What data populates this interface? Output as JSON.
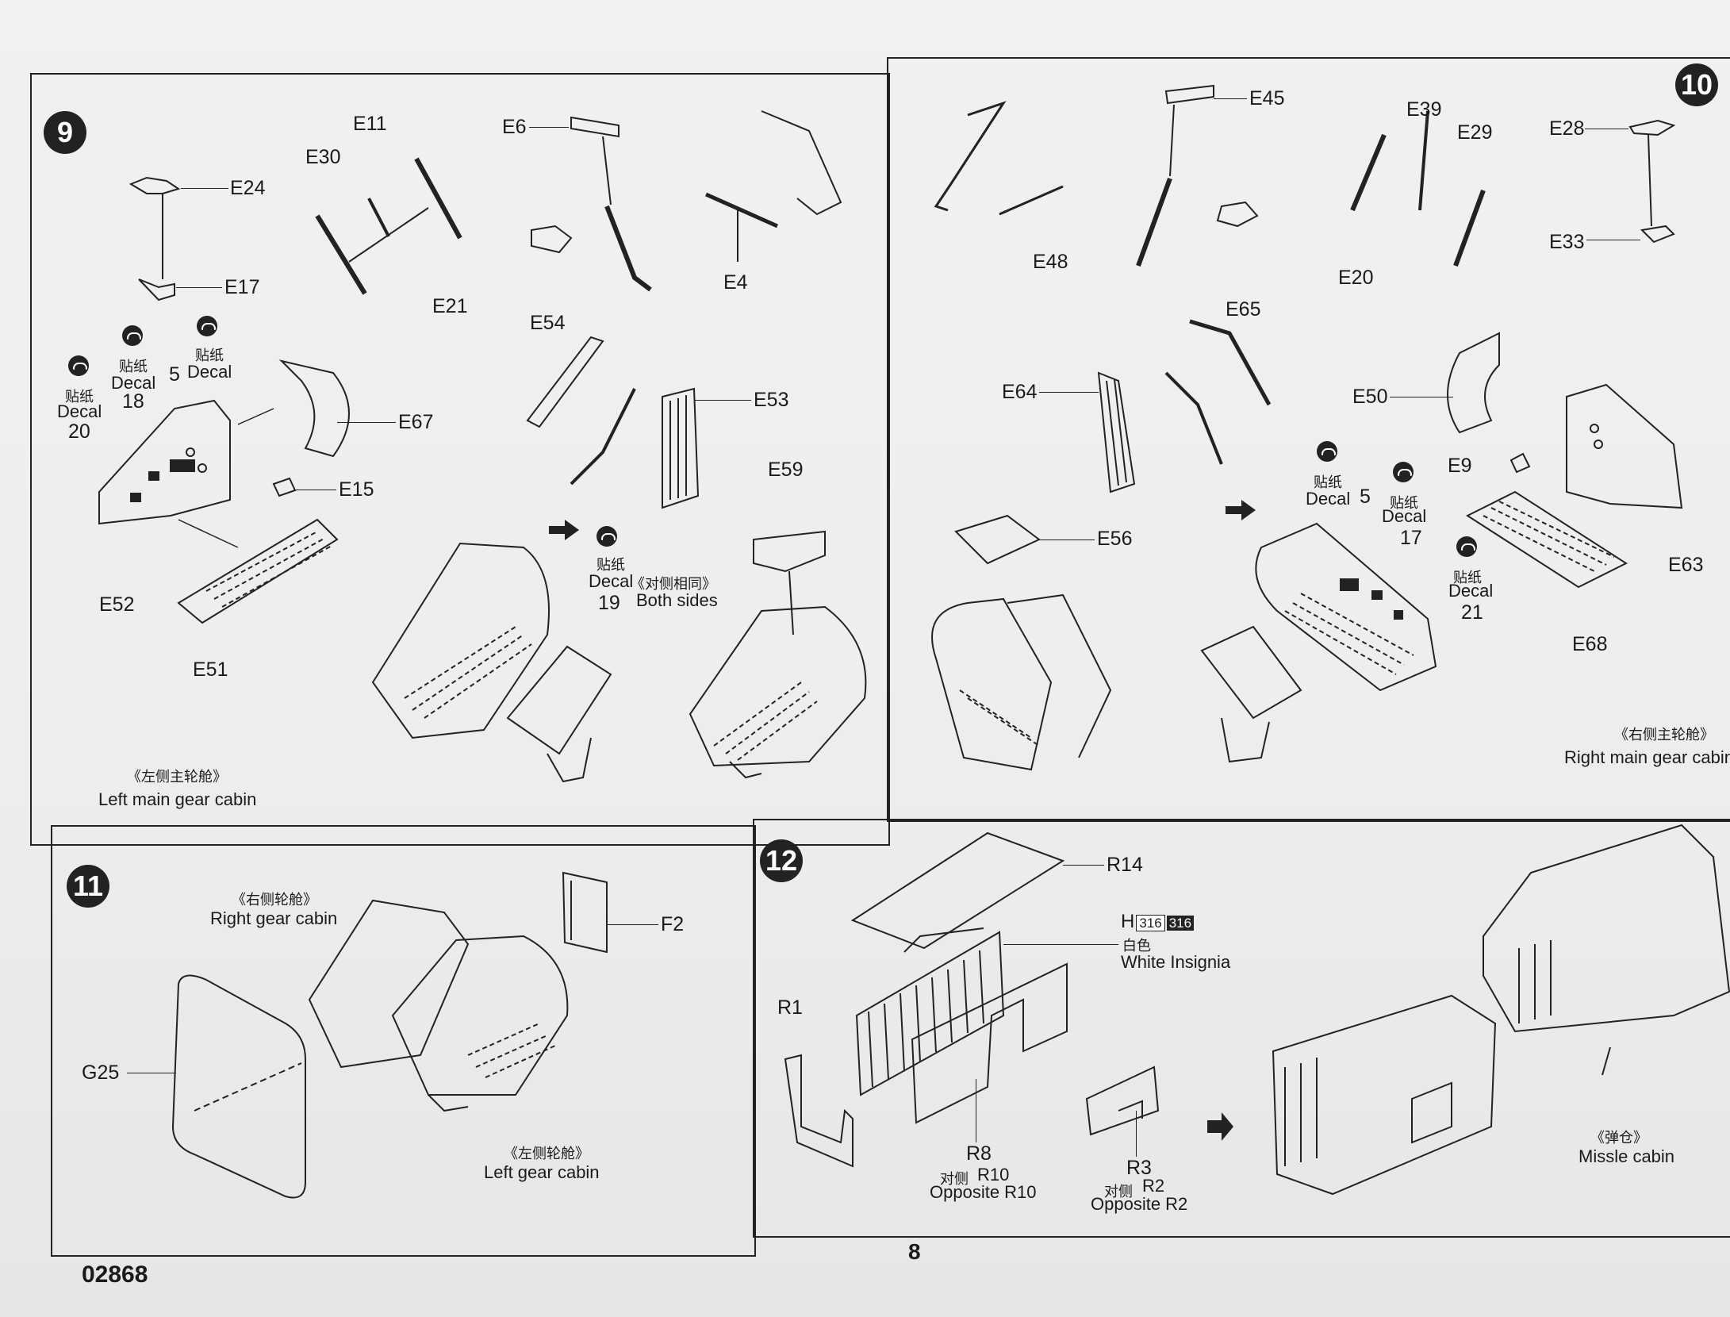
{
  "doc": {
    "code": "02868",
    "page_number": "8"
  },
  "step9": {
    "number": "9",
    "parts": [
      "E24",
      "E17",
      "E30",
      "E11",
      "E21",
      "E6",
      "E4",
      "E54",
      "E53",
      "E67",
      "E15",
      "E52",
      "E51",
      "E59"
    ],
    "decal20": {
      "cn": "贴纸",
      "en": "Decal",
      "num": "20"
    },
    "decal18": {
      "cn": "贴纸",
      "en": "Decal",
      "num": "18"
    },
    "decal5": {
      "num": "5",
      "cn": "贴纸",
      "en": "Decal"
    },
    "decal19": {
      "cn": "贴纸",
      "en": "Decal",
      "num": "19",
      "cn_note": "《对侧相同》",
      "note": "Both sides"
    },
    "caption_cn": "《左侧主轮舱》",
    "caption": "Left main gear cabin"
  },
  "step10": {
    "number": "10",
    "parts": [
      "E45",
      "E39",
      "E29",
      "E28",
      "E33",
      "E48",
      "E20",
      "E65",
      "E64",
      "E50",
      "E9",
      "E63",
      "E56",
      "E68"
    ],
    "decal5": {
      "cn": "贴纸",
      "en": "Decal",
      "num": "5"
    },
    "decal17": {
      "cn": "贴纸",
      "en": "Decal",
      "num": "17"
    },
    "decal21": {
      "cn": "贴纸",
      "en": "Decal",
      "num": "21"
    },
    "caption_cn": "《右侧主轮舱》",
    "caption": "Right main gear cabin"
  },
  "step11": {
    "number": "11",
    "parts": [
      "F2",
      "G25"
    ],
    "right_cn": "《右侧轮舱》",
    "right": "Right gear cabin",
    "left_cn": "《左侧轮舱》",
    "left": "Left gear cabin"
  },
  "step12": {
    "number": "12",
    "parts": [
      "R14",
      "R1",
      "R8",
      "R3"
    ],
    "paint_code": "H",
    "paint_num_a": "316",
    "paint_num_b": "316",
    "paint_cn": "白色",
    "paint": "White Insignia",
    "r8_cn": "对侧",
    "r8_note_part": "R10",
    "r8_note": "Opposite R10",
    "r3_cn": "对侧",
    "r3_note_part": "R2",
    "r3_note": "Opposite R2",
    "missile_cn": "《弹仓》",
    "missile": "Missle cabin"
  }
}
